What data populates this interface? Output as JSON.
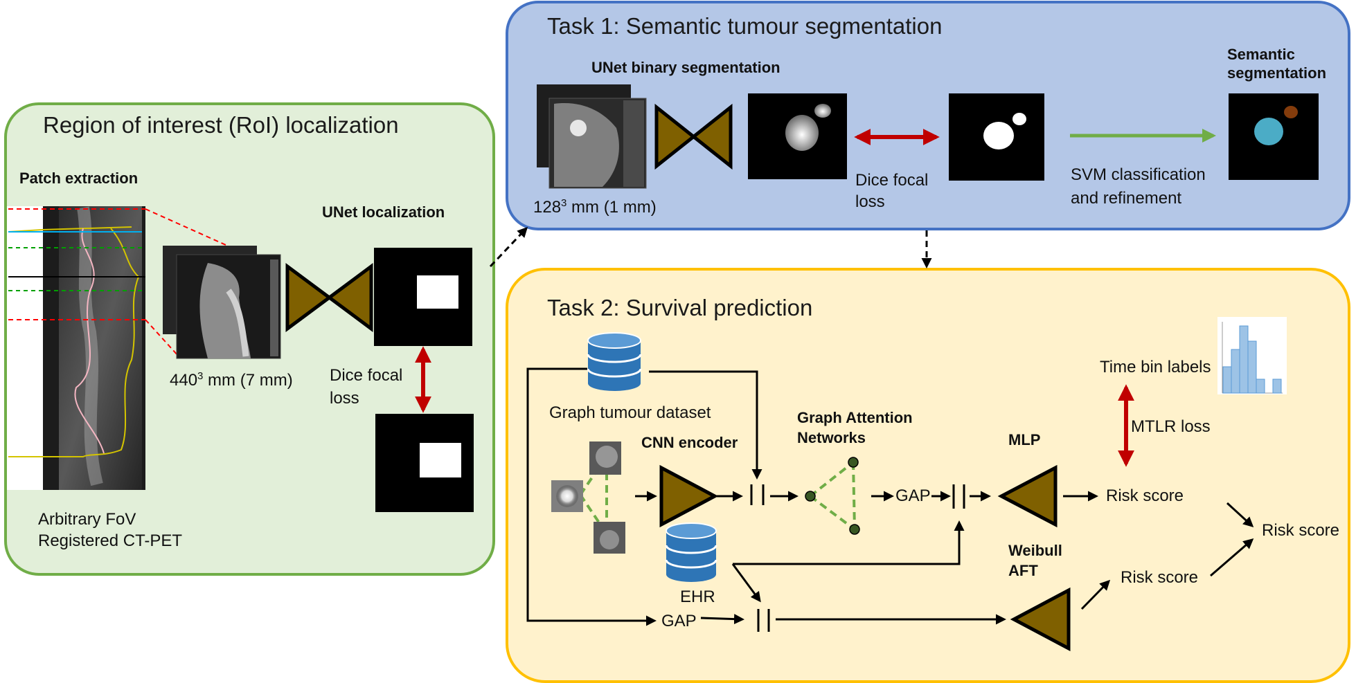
{
  "roi": {
    "title": "Region of interest (RoI) localization",
    "patch_extraction": "Patch extraction",
    "unet_localization": "UNet localization",
    "patch_size_base": "440",
    "patch_size_exp": "3",
    "patch_size_suffix": " mm (7 mm)",
    "dice_focal_loss": "Dice focal\nloss",
    "fov_caption": "Arbitrary FoV\nRegistered CT-PET"
  },
  "task1": {
    "title": "Task 1: Semantic tumour segmentation",
    "unet_binary": "UNet binary segmentation",
    "semantic_segmentation": "Semantic\nsegmentation",
    "patch_size_base": "128",
    "patch_size_exp": "3",
    "patch_size_suffix": " mm (1 mm)",
    "dice_focal_loss": "Dice focal\nloss",
    "svm": "SVM classification\nand refinement"
  },
  "task2": {
    "title": "Task 2: Survival prediction",
    "graph_dataset": "Graph tumour dataset",
    "cnn_encoder": "CNN encoder",
    "gat": "Graph Attention\nNetworks",
    "gap1": "GAP",
    "mlp": "MLP",
    "time_bin_labels": "Time bin labels",
    "mtlr_loss": "MTLR loss",
    "risk_score_mlp": "Risk score",
    "risk_score_final": "Risk score",
    "risk_score_weibull": "Risk score",
    "weibull": "Weibull\nAFT",
    "ehr": "EHR",
    "gap2": "GAP"
  },
  "colors": {
    "roi_fill": "#e2efd9",
    "roi_border": "#70ad47",
    "task1_fill": "#b4c7e7",
    "task1_border": "#4472c4",
    "task2_fill": "#fff2cc",
    "task2_border": "#ffc000",
    "network": "#7f6000",
    "red_arrow": "#c00000",
    "green_arrow": "#70ad47",
    "graph_dash": "#70ad47",
    "node": "#385723",
    "db_blue": "#2e75b6",
    "hist_bar": "#9dc3e6"
  }
}
